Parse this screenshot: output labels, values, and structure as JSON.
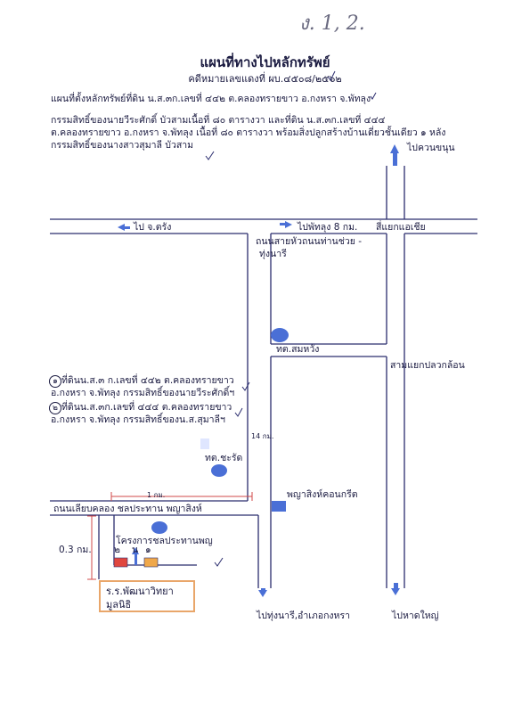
{
  "handwritten_note": "ง. 1, 2.",
  "title": "แผนที่ทางไปหลักทรัพย์",
  "ref_number": "คดีหมายเลขแดงที่ ผบ.๔๕๐๘/๒๕๖๒",
  "location_line": "แผนที่ตั้งหลักทรัพย์ที่ดิน น.ส.๓ก.เลขที่ ๔๔๒ ต.คลองทรายขาว อ.กงหรา จ.พัทลุง",
  "owner_line_1": "กรรมสิทธิ์ของนายวีระศักดิ์ บัวสามเนื้อที่ ๘๐ ตารางวา และที่ดิน น.ส.๓ก.เลขที่ ๔๔๔",
  "owner_line_2": "ต.คลองทรายขาว อ.กงหรา จ.พัทลุง เนื้อที่ ๘๐ ตารางวา พร้อมสิ่งปลูกสร้างบ้านเดี่ยวชั้นเดียว ๑ หลัง",
  "owner_line_3": "กรรมสิทธิ์ของนางสาวสุมาลี บัวสาม",
  "labels": {
    "to_khuan_khanun": "ไปควนขนุน",
    "to_trang": "ไป จ.ตรัง",
    "to_phatthalung": "ไปพัทลุง 8 กม.",
    "intersection_asia": "สี่แยกแอเชีย",
    "road_junction": "ถนนสายหัวถนนท่านช่วย -",
    "thung_nari": "ทุ่งนารี",
    "sam_yaek": "สามแยกปลวกล้อน",
    "tambon_som_wang": "ทต.สมหวัง",
    "tambon_chacharat": "ทต.ชะรัด",
    "dist_14km": "14 กม.",
    "dist_1km": "1 กม.",
    "dist_03km": "0.3 กม.",
    "phaya_concrete": "พญาสิงห์คอนกรีต",
    "road_bottom": "ถนนเลียบคลอง ชลประทาน พญาสิงห์",
    "irrigation_project": "โครงการชลประทานพญ",
    "to_thung_nari_kong_ra": "ไปทุ่งนารี,อำเภอกงหรา",
    "to_hat_yai": "ไปหาดใหญ่",
    "marker_2": "๒",
    "marker_conj": "น",
    "marker_1": "๑"
  },
  "legend": {
    "item1_num": "๑",
    "item1_line1": "ที่ดินน.ส.๓ ก.เลขที่ ๔๔๒  ต.คลองทรายขาว",
    "item1_line2": "อ.กงหรา จ.พัทลุง กรรมสิทธิ์ของนายวีระศักดิ์ฯ",
    "item2_num": "๒",
    "item2_line1": "ที่ดินน.ส.๓ก.เลขที่ ๔๔๔ ต.คลองทรายขาว",
    "item2_line2": "อ.กงหรา จ.พัทลุง กรรมสิทธิ์ของน.ส.สุมาลีฯ"
  },
  "school": {
    "line1": "ร.ร.พัฒนาวิทยา",
    "line2": "มูลนิธิ"
  },
  "colors": {
    "road": "#2b2d6e",
    "marker_blue": "#4a6fd6",
    "plot_red": "#e0473f",
    "plot_orange": "#f0a84a",
    "arrow_red": "#d24a4a"
  }
}
